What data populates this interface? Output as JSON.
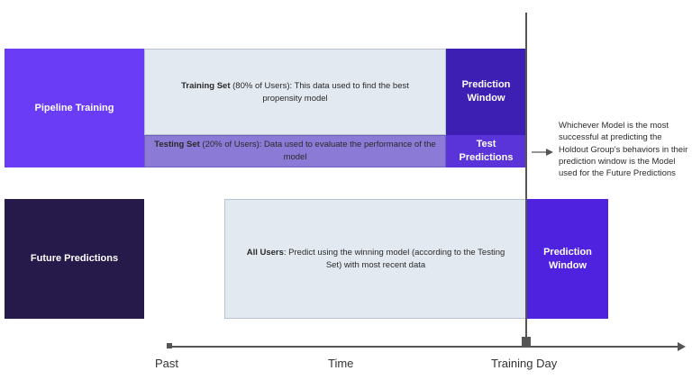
{
  "pipeline_training": {
    "label": "Pipeline Training"
  },
  "training_set": {
    "bold": "Training Set",
    "text": " (80% of Users): This data used to find the best propensity model"
  },
  "testing_set": {
    "bold": "Testing Set",
    "text": " (20% of Users): Data used to evaluate the performance of the model"
  },
  "prediction_window_top": {
    "label": "Prediction Window"
  },
  "test_predictions": {
    "label": "Test Predictions"
  },
  "future_predictions": {
    "label": "Future Predictions"
  },
  "all_users": {
    "bold": "All Users",
    "text": ": Predict using the winning model (according to the Testing Set) with most recent data"
  },
  "prediction_window_bottom": {
    "label": "Prediction Window"
  },
  "note": {
    "text": "Whichever Model is the most successful at predicting the Holdout Group's behaviors in their prediction window is the Model used for the Future Predictions"
  },
  "axis": {
    "past": "Past",
    "time": "Time",
    "training_day": "Training Day"
  },
  "colors": {
    "pipeline": "#6b3cf5",
    "training_bg": "#e3e9f1",
    "testing_bg": "#8b7ad6",
    "prediction_window_top": "#3d1fb3",
    "test_predictions": "#5a34d8",
    "future": "#261a4b",
    "prediction_window_bottom": "#4f22e0"
  }
}
